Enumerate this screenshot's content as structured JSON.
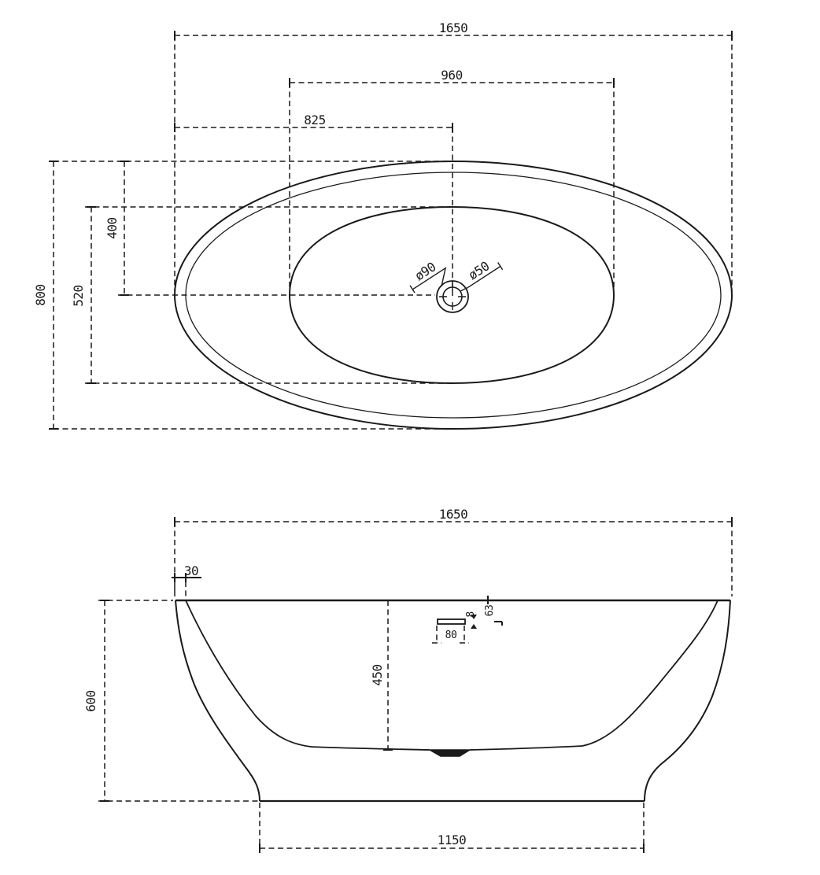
{
  "drawing": {
    "title": "Freestanding oval bathtub technical drawing (plan view and front elevation)",
    "units": "mm",
    "line_color": "#1a1a1a",
    "background": "#ffffff",
    "top_view": {
      "name": "plan-view",
      "dims": {
        "overall_length": "1650",
        "basin_length": "960",
        "drain_offset_x": "825",
        "overall_width": "800",
        "basin_width": "520",
        "drain_offset_y": "400",
        "drain_outer_diameter": "ø90",
        "drain_inner_diameter": "ø50"
      }
    },
    "side_view": {
      "name": "front-elevation",
      "dims": {
        "overall_length": "1650",
        "rim_thickness": "30",
        "overall_height": "600",
        "inner_depth": "450",
        "overflow_width": "80",
        "overflow_height": "8",
        "overflow_offset_top": "63",
        "base_length": "1150"
      }
    }
  }
}
